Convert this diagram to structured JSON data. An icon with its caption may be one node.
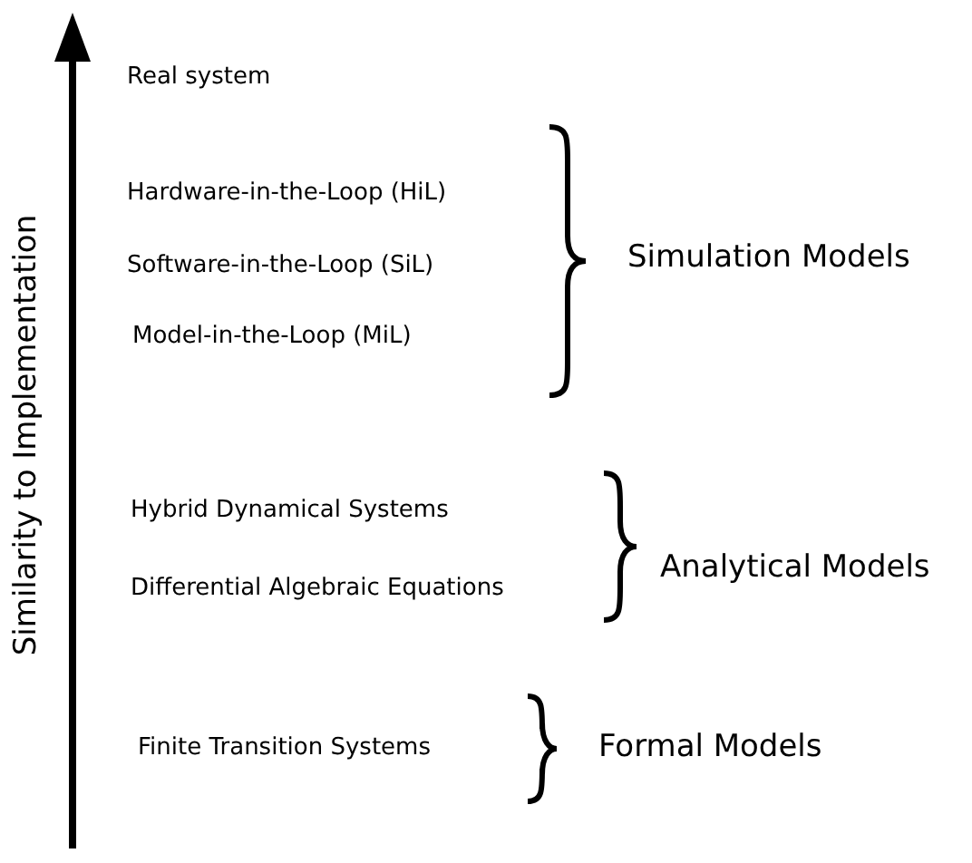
{
  "diagram": {
    "labels": [
      "Real system",
      "Hardware-in-the-Loop (HiL)",
      "Simulation Models",
      "Software-in-the-Loop (SiL)",
      "Model-in-the-Loop (MiL)",
      "Hybrid Dynamical Systems",
      "Analytical Models",
      "Differential Algebraic Equations",
      "Finite Transition Systems",
      "Formal Models",
      "Similarity to Implementation"
    ]
  }
}
